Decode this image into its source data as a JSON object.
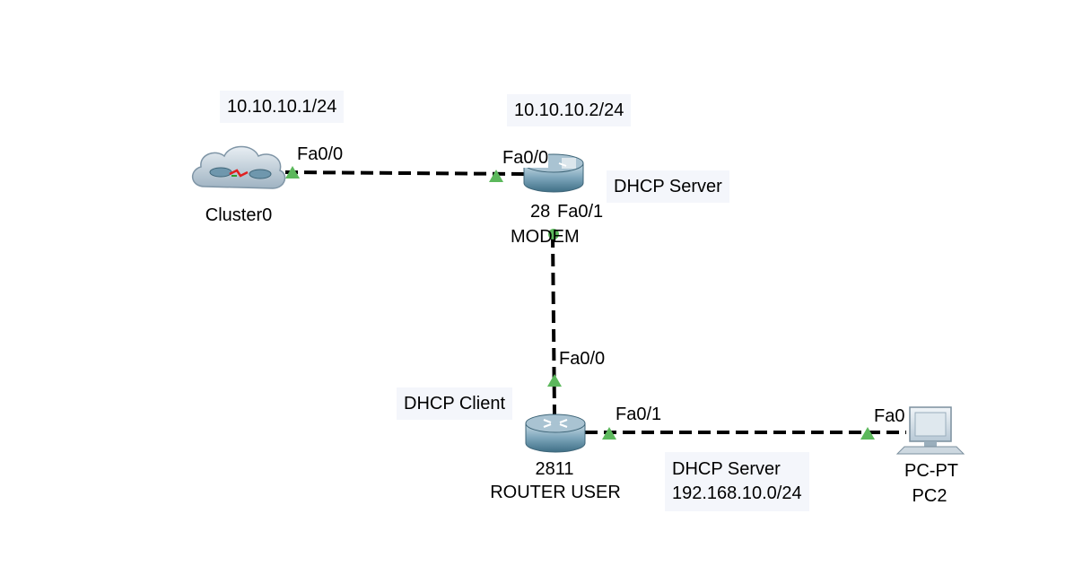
{
  "notes": {
    "cluster_ip": "10.10.10.1/24",
    "modem_ip": "10.10.10.2/24",
    "modem_role": "DHCP Server",
    "router_role": "DHCP Client",
    "lan_role": "DHCP Server",
    "lan_network": "192.168.10.0/24"
  },
  "devices": {
    "cluster": {
      "name": "Cluster0"
    },
    "modem": {
      "model": "28",
      "name": "MODEM"
    },
    "router": {
      "model": "2811",
      "name": "ROUTER USER"
    },
    "pc": {
      "model": "PC-PT",
      "name": "PC2"
    }
  },
  "ports": {
    "cluster_fa00": "Fa0/0",
    "modem_fa00": "Fa0/0",
    "modem_fa01": "Fa0/1",
    "router_fa00": "Fa0/0",
    "router_fa01": "Fa0/1",
    "pc_fa0": "Fa0"
  },
  "colors": {
    "link": "#000000",
    "link_up": "#5cb85c",
    "router_body": "#5d8ea6",
    "note_bg": "#f4f6fb"
  }
}
